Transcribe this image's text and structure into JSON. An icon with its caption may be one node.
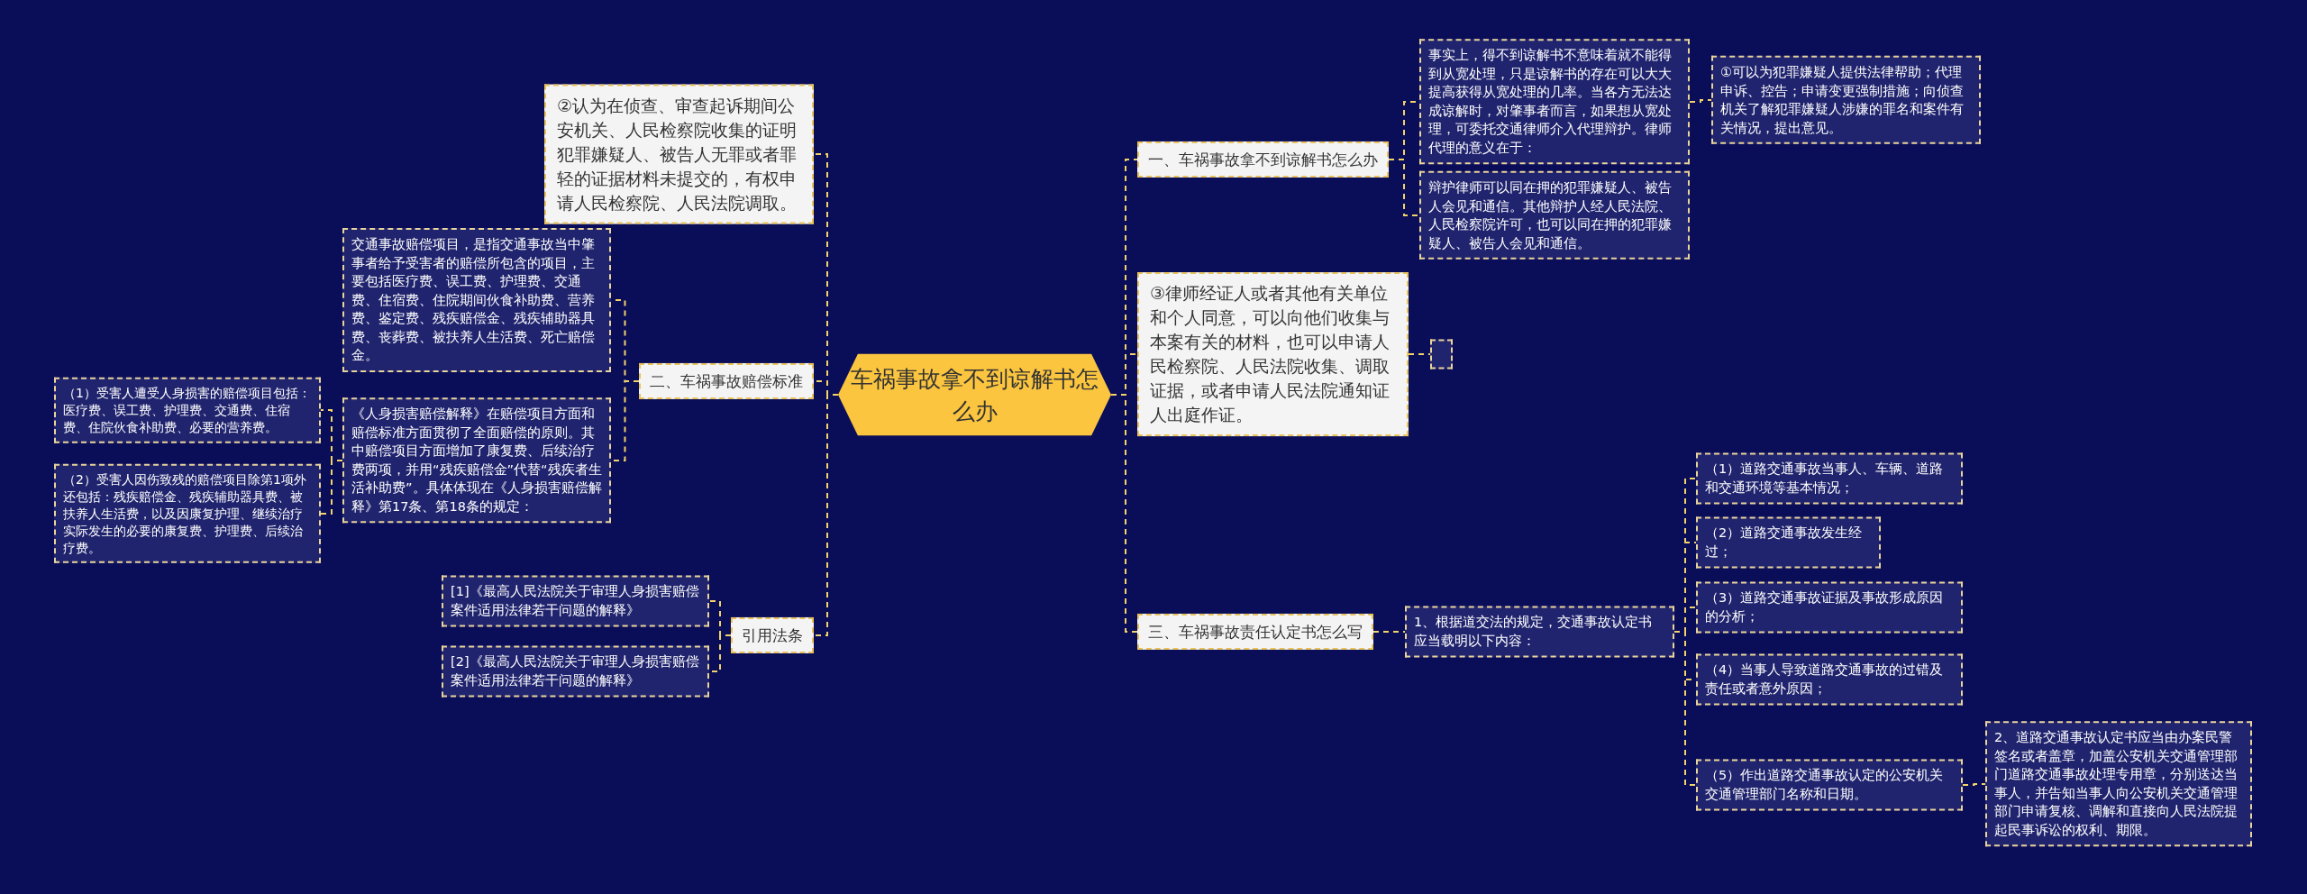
{
  "diagram": {
    "nodes": [
      {
        "text": [
          "车祸事故拿不到谅解书怎么办"
        ]
      },
      {
        "text": [
          "一、车祸事故拿不到谅解书怎么办"
        ]
      },
      {
        "text": [
          "事实上，得不到谅解书不意味着就不能得到从宽处理，只是谅解书的存在可以大大提高获得从宽处理的几率。当各方无法达成谅解时，对肇事者而言，如果想从宽处理，可委托交通律师介入代理辩护。律师代理的意义在于："
        ]
      },
      {
        "text": [
          "①可以为犯罪嫌疑人提供法律帮助；代理申诉、控告；申请变更强制措施；向侦查机关了解犯罪嫌疑人涉嫌的罪名和案件有关情况，提出意见。"
        ]
      },
      {
        "text": [
          "辩护律师可以同在押的犯罪嫌疑人、被告人会见和通信。其他辩护人经人民法院、人民检察院许可，也可以同在押的犯罪嫌疑人、被告人会见和通信。"
        ]
      },
      {
        "text": [
          "②认为在侦查、审查起诉期间公安机关、人民检察院收集的证明犯罪嫌疑人、被告人无罪或者罪轻的证据材料未提交的，有权申请人民检察院、人民法院调取。"
        ]
      },
      {
        "text": [
          "二、车祸事故赔偿标准"
        ]
      },
      {
        "text": [
          "交通事故赔偿项目，是指交通事故当中肇事者给予受害者的赔偿所包含的项目，主要包括医疗费、误工费、护理费、交通费、住宿费、住院期间伙食补助费、营养费、鉴定费、残疾赔偿金、残疾辅助器具费、丧葬费、被扶养人生活费、死亡赔偿金。"
        ]
      },
      {
        "text": [
          "《人身损害赔偿解释》在赔偿项目方面和赔偿标准方面贯彻了全面赔偿的原则。其中赔偿项目方面增加了康复费、后续治疗费两项，并用“残疾赔偿金”代替“残疾者生活补助费”。具体体现在《人身损害赔偿解释》第17条、第18条的规定："
        ]
      },
      {
        "text": [
          "（1）受害人遭受人身损害的赔偿项目包括：医疗费、误工费、护理费、交通费、住宿费、住院伙食补助费、必要的营养费。"
        ]
      },
      {
        "text": [
          "（2）受害人因伤致残的赔偿项目除第1项外还包括：残疾赔偿金、残疾辅助器具费、被扶养人生活费，以及因康复护理、继续治疗实际发生的必要的康复费、护理费、后续治疗费。"
        ]
      },
      {
        "text": [
          "引用法条"
        ]
      },
      {
        "text": [
          "[1]《最高人民法院关于审理人身损害赔偿案件适用法律若干问题的解释》"
        ]
      },
      {
        "text": [
          "[2]《最高人民法院关于审理人身损害赔偿案件适用法律若干问题的解释》"
        ]
      },
      {
        "text": [
          "③律师经证人或者其他有关单位和个人同意，可以向他们收集与本案有关的材料，也可以申请人民检察院、人民法院收集、调取证据，或者申请人民法院通知证人出庭作证。"
        ]
      },
      {
        "text": [],
        "shape": "box"
      },
      {
        "text": [
          "三、车祸事故责任认定书怎么写"
        ]
      },
      {
        "text": [
          "1、根据道交法的规定，交通事故认定书应当载明以下内容："
        ]
      },
      {
        "text": [
          "（1）道路交通事故当事人、车辆、道路和交通环境等基本情况；"
        ]
      },
      {
        "text": [
          "（2）道路交通事故发生经过；"
        ]
      },
      {
        "text": [
          "（3）道路交通事故证据及事故形成原因的分析；"
        ]
      },
      {
        "text": [
          "（4）当事人导致道路交通事故的过错及责任或者意外原因；"
        ]
      },
      {
        "text": [
          "（5）作出道路交通事故认定的公安机关交通管理部门名称和日期。"
        ]
      },
      {
        "text": [
          "2、道路交通事故认定书应当由办案民警签名或者盖章，加盖公安机关交通管理部门道路交通事故处理专用章，分别送达当事人，并告知当事人向公安机关交通管理部门申请复核、调解和直接向人民法院提起民事诉讼的权利、期限。"
        ]
      }
    ],
    "edges": [
      {
        "from": 0,
        "to": 1,
        "arrow": "none"
      },
      {
        "from": 1,
        "to": 2,
        "arrow": "none"
      },
      {
        "from": 2,
        "to": 3,
        "arrow": "none"
      },
      {
        "from": 1,
        "to": 4,
        "arrow": "none"
      },
      {
        "from": 0,
        "to": 5,
        "arrow": "none"
      },
      {
        "from": 0,
        "to": 6,
        "arrow": "none"
      },
      {
        "from": 6,
        "to": 7,
        "arrow": "none"
      },
      {
        "from": 6,
        "to": 8,
        "arrow": "none"
      },
      {
        "from": 8,
        "to": 9,
        "arrow": "none"
      },
      {
        "from": 8,
        "to": 10,
        "arrow": "none"
      },
      {
        "from": 0,
        "to": 11,
        "arrow": "none"
      },
      {
        "from": 11,
        "to": 12,
        "arrow": "none"
      },
      {
        "from": 11,
        "to": 13,
        "arrow": "none"
      },
      {
        "from": 0,
        "to": 14,
        "arrow": "none"
      },
      {
        "from": 14,
        "to": 15,
        "arrow": "none"
      },
      {
        "from": 0,
        "to": 16,
        "arrow": "none"
      },
      {
        "from": 16,
        "to": 17,
        "arrow": "none"
      },
      {
        "from": 17,
        "to": 18,
        "arrow": "none"
      },
      {
        "from": 17,
        "to": 19,
        "arrow": "none"
      },
      {
        "from": 17,
        "to": 20,
        "arrow": "none"
      },
      {
        "from": 17,
        "to": 21,
        "arrow": "none"
      },
      {
        "from": 17,
        "to": 22,
        "arrow": "none"
      },
      {
        "from": 22,
        "to": 23,
        "arrow": "none"
      }
    ]
  }
}
